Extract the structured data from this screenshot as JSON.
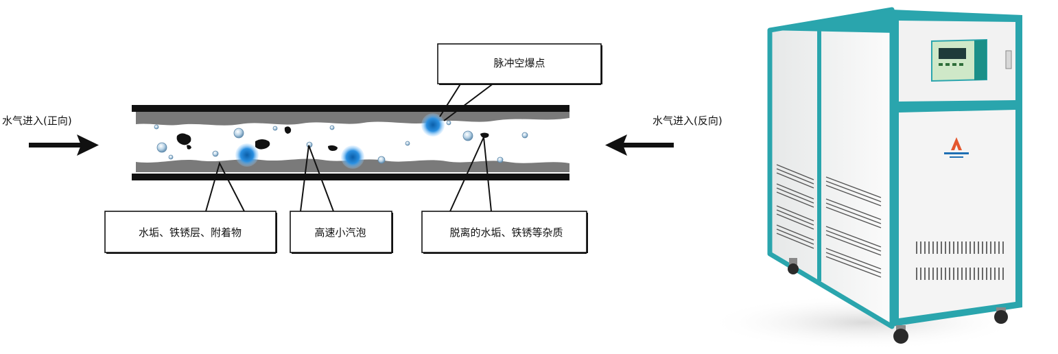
{
  "labels": {
    "inlet_forward": "水气进入(正向)",
    "inlet_reverse": "水气进入(反向)",
    "pulse_point": "脉冲空爆点",
    "scale_layer": "水垢、铁锈层、附着物",
    "bubbles": "高速小汽泡",
    "detached": "脱离的水垢、铁锈等杂质"
  },
  "colors": {
    "pipe_wall": "#111111",
    "scale": "#7a7a7a",
    "bubble": "#8fb8d8",
    "burst": "#1e7fd0",
    "machine_frame": "#2aa5ad",
    "machine_panel": "#f2f2f2"
  },
  "icons": {
    "arrow_right": "arrow-right-icon",
    "arrow_left": "arrow-left-icon",
    "machine": "pulse-cleaning-machine"
  }
}
